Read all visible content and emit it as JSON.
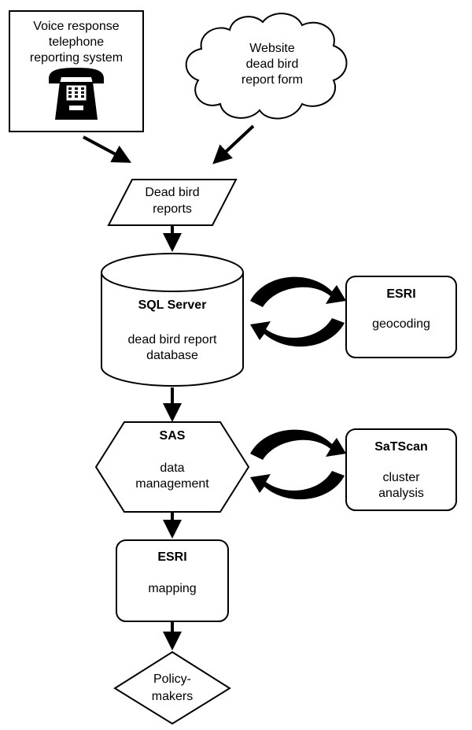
{
  "voice_box": {
    "line1": "Voice response",
    "line2": "telephone",
    "line3": "reporting system",
    "icon": "telephone-icon"
  },
  "website_cloud": {
    "line1": "Website",
    "line2": "dead bird",
    "line3": "report form",
    "shape": "cloud"
  },
  "reports": {
    "line1": "Dead bird",
    "line2": "reports",
    "shape": "parallelogram"
  },
  "database": {
    "title": "SQL Server",
    "line1": "dead bird report",
    "line2": "database",
    "shape": "cylinder"
  },
  "geocoding": {
    "title": "ESRI",
    "line1": "geocoding",
    "shape": "rounded-rectangle"
  },
  "sas": {
    "title": "SAS",
    "line1": "data",
    "line2": "management",
    "shape": "hexagon"
  },
  "satscan": {
    "title": "SaTScan",
    "line1": "cluster",
    "line2": "analysis",
    "shape": "rounded-rectangle"
  },
  "mapping": {
    "title": "ESRI",
    "line1": "mapping",
    "shape": "rounded-rectangle"
  },
  "policy": {
    "line1": "Policy-",
    "line2": "makers",
    "shape": "diamond"
  },
  "colors": {
    "stroke": "#000000",
    "fill": "#ffffff"
  }
}
